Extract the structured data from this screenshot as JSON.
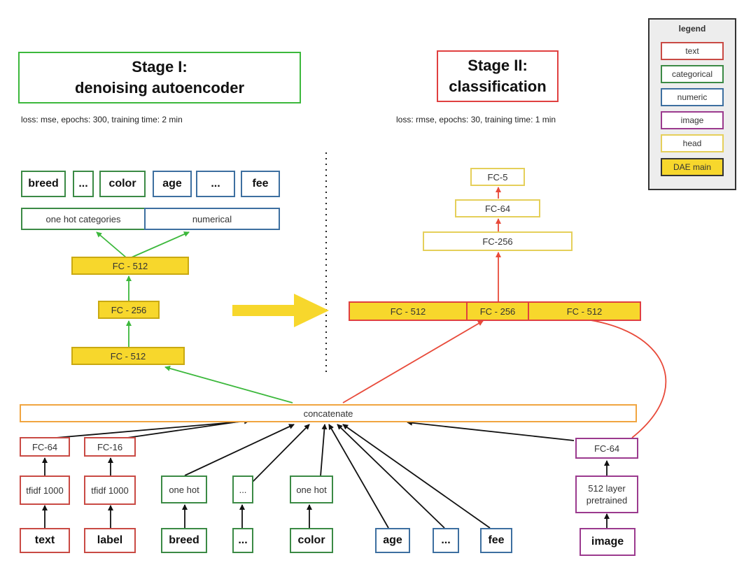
{
  "stage1": {
    "title_line1": "Stage I:",
    "title_line2": "denoising autoencoder",
    "loss": "loss: mse, epochs: 300, training time: 2 min",
    "out_cats": [
      "breed",
      "...",
      "color"
    ],
    "out_nums": [
      "age",
      "...",
      "fee"
    ],
    "one_hot": "one hot categories",
    "numerical": "numerical",
    "fc512_top": "FC - 512",
    "fc256": "FC - 256",
    "fc512_bottom": "FC - 512"
  },
  "stage2": {
    "title_line1": "Stage II:",
    "title_line2": "classification",
    "loss": "loss: rmse, epochs: 30, training time: 1 min",
    "fc5": "FC-5",
    "fc64": "FC-64",
    "fc256": "FC-256",
    "seg1": "FC - 512",
    "seg2": "FC - 256",
    "seg3": "FC - 512"
  },
  "concatenate": "concatenate",
  "inputs": {
    "text_fc": "FC-64",
    "label_fc": "FC-16",
    "tfidf1": "tfidf 1000",
    "tfidf2": "tfidf 1000",
    "onehot1": "one hot",
    "dots_mid": "...",
    "onehot2": "one hot",
    "image_fc": "FC-64",
    "pretrained": "512 layer pretrained",
    "text": "text",
    "label": "label",
    "breed": "breed",
    "dots_cat": "...",
    "color": "color",
    "age": "age",
    "dots_num": "...",
    "fee": "fee",
    "image": "image"
  },
  "legend": {
    "title": "legend",
    "items": [
      "text",
      "categorical",
      "numeric",
      "image",
      "head",
      "DAE main"
    ]
  },
  "colors": {
    "text": "#c94a44",
    "categorical": "#3b8a45",
    "numeric": "#3d6fa0",
    "image": "#9b3a8e",
    "head": "#e5cf5a",
    "dae": "#f7d72c",
    "stage1_arrow": "#3cb83c",
    "stage2_arrow": "#e84a3a"
  }
}
